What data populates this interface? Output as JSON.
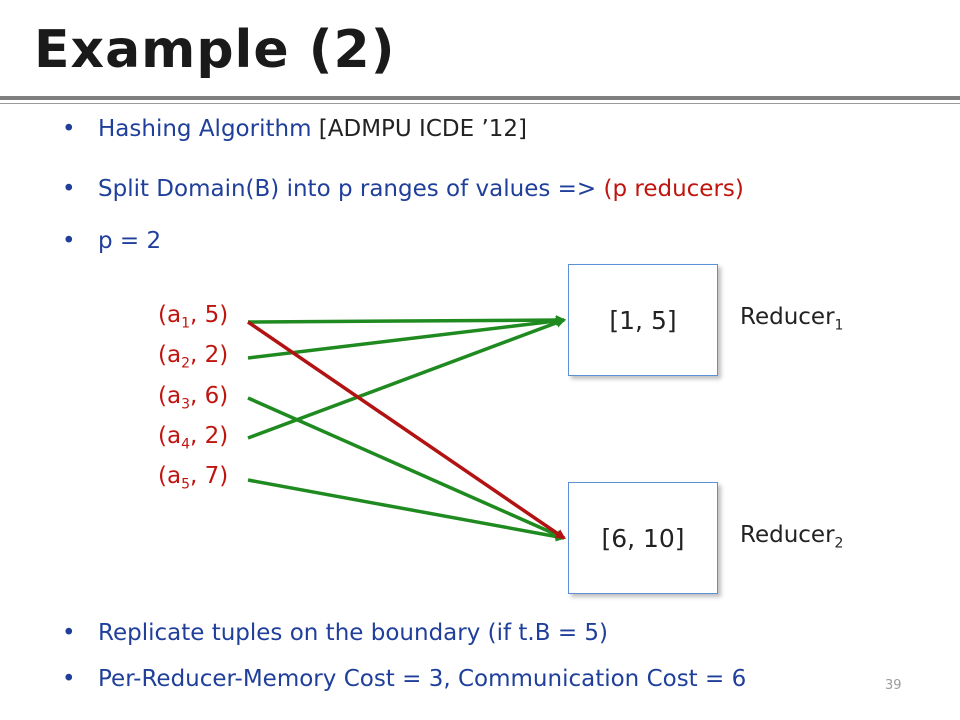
{
  "slide": {
    "title": "Example (2)",
    "page_number": "39"
  },
  "bullets": {
    "b1": {
      "blue": "Hashing Algorithm ",
      "dark": "[ADMPU ICDE ’12]"
    },
    "b2": {
      "blue": "Split Domain(B) into p ranges of values => ",
      "red": "(p reducers)"
    },
    "b3": {
      "blue": "p = 2"
    },
    "b4": {
      "blue": "Replicate tuples on the boundary (if t.B = 5)"
    },
    "b5": {
      "blue": "Per-Reducer-Memory Cost = 3, Communication Cost = 6"
    },
    "bullet_char": "•"
  },
  "tuples": [
    {
      "pre": "(a",
      "sub": "1",
      "post": ", 5)"
    },
    {
      "pre": "(a",
      "sub": "2",
      "post": ", 2)"
    },
    {
      "pre": "(a",
      "sub": "3",
      "post": ", 6)"
    },
    {
      "pre": "(a",
      "sub": "4",
      "post": ", 2)"
    },
    {
      "pre": "(a",
      "sub": "5",
      "post": ", 7)"
    }
  ],
  "reducers": [
    {
      "range": "[1, 5]",
      "label": "Reducer",
      "sub": "1"
    },
    {
      "range": "[6, 10]",
      "label": "Reducer",
      "sub": "2"
    }
  ],
  "colors": {
    "title": "#1a1a1a",
    "bullet_blue": "#1f3f9b",
    "accent_red": "#c0150f",
    "arrow_green": "#1f8a1f",
    "arrow_red": "#b31212",
    "box_border": "#5b8fd6"
  }
}
